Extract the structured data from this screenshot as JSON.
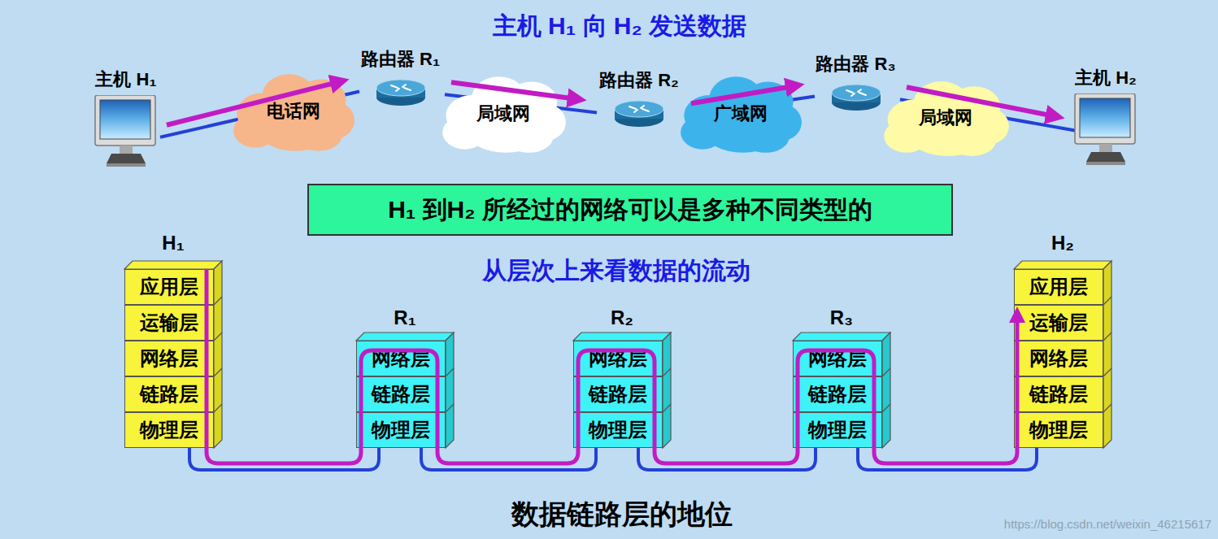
{
  "diagram": {
    "title": "主机 H₁ 向 H₂ 发送数据",
    "caption": "数据链路层的地位",
    "nodes": [
      {
        "text": [
          "主机 H₁"
        ]
      },
      {
        "text": [
          "电话网"
        ]
      },
      {
        "text": [
          "路由器 R₁"
        ]
      },
      {
        "text": [
          "局域网"
        ]
      },
      {
        "text": [
          "路由器 R₂"
        ]
      },
      {
        "text": [
          "广域网"
        ]
      },
      {
        "text": [
          "路由器 R₃"
        ]
      },
      {
        "text": [
          "局域网"
        ]
      },
      {
        "text": [
          "主机 H₂"
        ]
      },
      {
        "text": [
          "H₁ 到H₂ 所经过的网络可以是多种不同类型的"
        ]
      },
      {
        "text": [
          "H₁"
        ]
      },
      {
        "text": [
          "应用层"
        ],
        "in": 10
      },
      {
        "text": [
          "运输层"
        ],
        "in": 10
      },
      {
        "text": [
          "网络层"
        ],
        "in": 10
      },
      {
        "text": [
          "链路层"
        ],
        "in": 10
      },
      {
        "text": [
          "物理层"
        ],
        "in": 10
      },
      {
        "text": [
          "R₁"
        ]
      },
      {
        "text": [
          "网络层"
        ],
        "in": 16
      },
      {
        "text": [
          "链路层"
        ],
        "in": 16
      },
      {
        "text": [
          "物理层"
        ],
        "in": 16
      },
      {
        "text": [
          "R₂"
        ]
      },
      {
        "text": [
          "网络层"
        ],
        "in": 20
      },
      {
        "text": [
          "链路层"
        ],
        "in": 20
      },
      {
        "text": [
          "物理层"
        ],
        "in": 20
      },
      {
        "text": [
          "R₃"
        ]
      },
      {
        "text": [
          "网络层"
        ],
        "in": 24
      },
      {
        "text": [
          "链路层"
        ],
        "in": 24
      },
      {
        "text": [
          "物理层"
        ],
        "in": 24
      },
      {
        "text": [
          "H₂"
        ]
      },
      {
        "text": [
          "应用层"
        ],
        "in": 28
      },
      {
        "text": [
          "运输层"
        ],
        "in": 28
      },
      {
        "text": [
          "网络层"
        ],
        "in": 28
      },
      {
        "text": [
          "链路层"
        ],
        "in": 28
      },
      {
        "text": [
          "物理层"
        ],
        "in": 28
      }
    ],
    "edges": [
      {
        "from": 0,
        "to": 2,
        "arrow": "to"
      },
      {
        "from": 2,
        "to": 4,
        "arrow": "to"
      },
      {
        "from": 4,
        "to": 6,
        "arrow": "to"
      },
      {
        "from": 6,
        "to": 8,
        "arrow": "to"
      },
      {
        "from": 15,
        "to": 19,
        "arrow": "none"
      },
      {
        "from": 19,
        "to": 23,
        "arrow": "none"
      },
      {
        "from": 23,
        "to": 27,
        "arrow": "none"
      },
      {
        "from": 27,
        "to": 33,
        "arrow": "none"
      },
      {
        "from": 11,
        "to": 29,
        "arrow": "to"
      }
    ],
    "labels": [
      "从层次上来看数据的流动",
      "https://blog.csdn.net/weixin_46215617"
    ]
  }
}
